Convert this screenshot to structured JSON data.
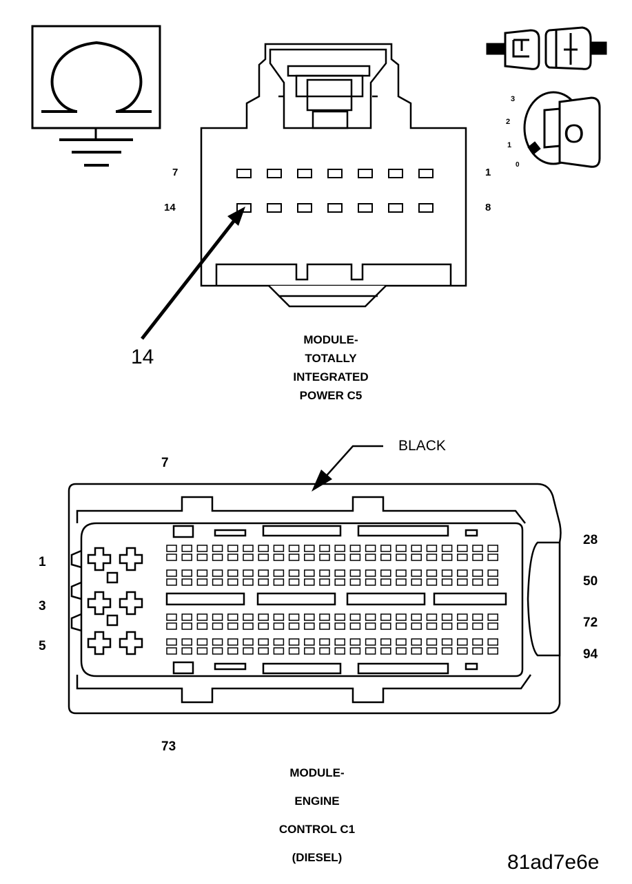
{
  "meter": {
    "symbol": "Ω"
  },
  "ignition": {
    "positions": [
      "3",
      "2",
      "1",
      "0"
    ],
    "key_letter": "O"
  },
  "tipm_connector": {
    "pin_labels": {
      "top_left": "7",
      "top_right": "1",
      "bottom_left": "14",
      "bottom_right": "8"
    },
    "callout": "14",
    "caption": [
      "MODULE-",
      "TOTALLY",
      "INTEGRATED",
      "POWER C5"
    ]
  },
  "ecm_connector": {
    "color_callout": "BLACK",
    "pin_labels": {
      "top": "7",
      "bottom": "73",
      "left": [
        "1",
        "3",
        "5"
      ],
      "right": [
        "28",
        "50",
        "72",
        "94"
      ]
    },
    "caption": [
      "MODULE-",
      "ENGINE",
      "CONTROL C1",
      "(DIESEL)"
    ]
  },
  "figure_id": "81ad7e6e"
}
